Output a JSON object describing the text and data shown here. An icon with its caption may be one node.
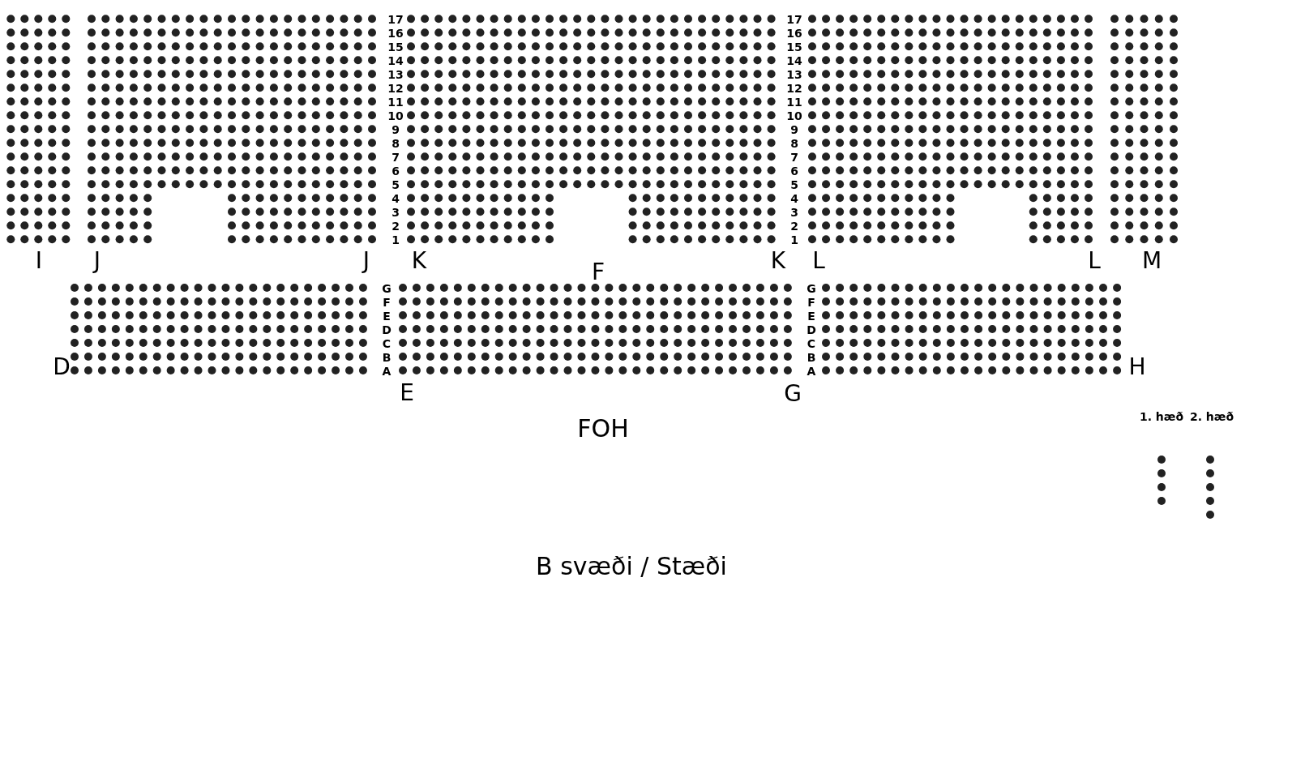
{
  "diagram": {
    "labels": [
      "17",
      "16",
      "15",
      "14",
      "13",
      "12",
      "11",
      "10",
      "9",
      "8",
      "7",
      "6",
      "5",
      "4",
      "3",
      "2",
      "1",
      "17",
      "16",
      "15",
      "14",
      "13",
      "12",
      "11",
      "10",
      "9",
      "8",
      "7",
      "6",
      "5",
      "4",
      "3",
      "2",
      "1",
      "I",
      "J",
      "J",
      "K",
      "K",
      "L",
      "L",
      "M",
      "F",
      "G",
      "F",
      "E",
      "D",
      "C",
      "B",
      "A",
      "G",
      "F",
      "E",
      "D",
      "C",
      "B",
      "A",
      "D",
      "H",
      "E",
      "G",
      "FOH",
      "1. hæð",
      "2. hæð",
      "B svæði / Stæði"
    ]
  }
}
